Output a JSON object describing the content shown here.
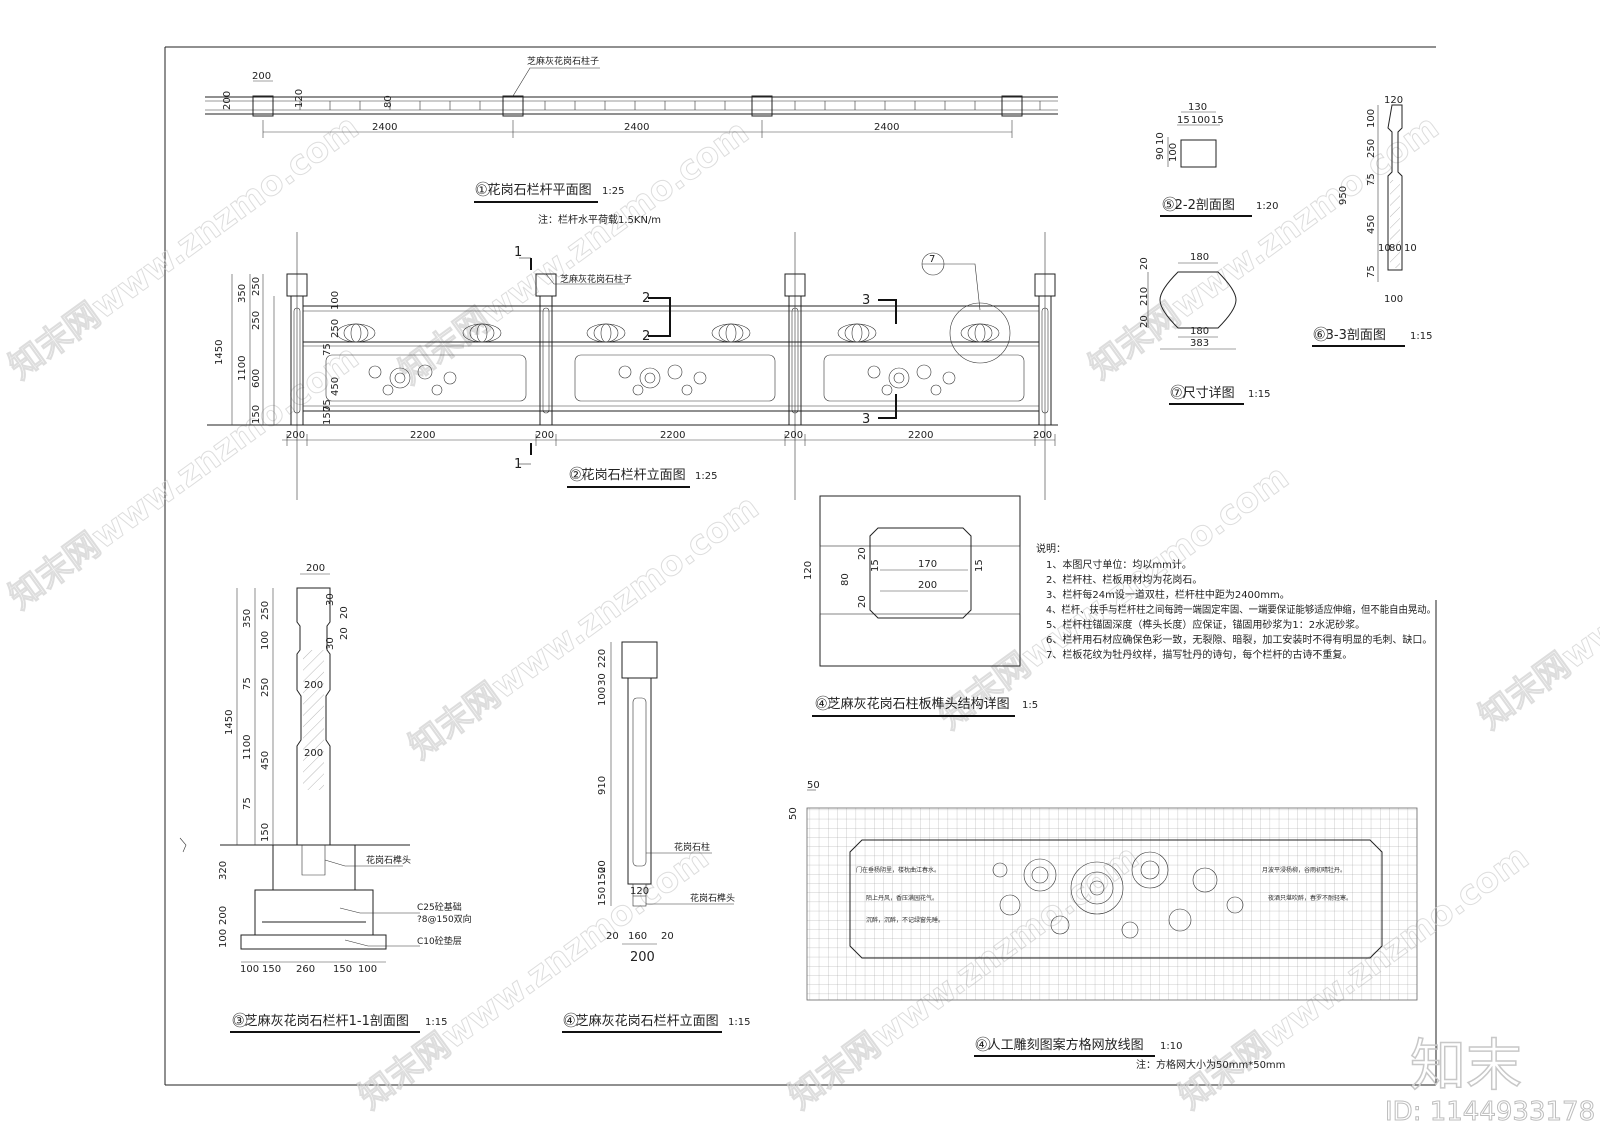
{
  "plan": {
    "column_label": "芝麻灰花岗石柱子",
    "dims_top": [
      "200"
    ],
    "dims_side": [
      "200",
      "120",
      "80"
    ],
    "spans": [
      "2400",
      "2400",
      "2400"
    ],
    "title": "①花岗石栏杆平面图",
    "scale": "1:25",
    "note": "注：栏杆水平荷载1.5KN/m"
  },
  "elevation": {
    "column_label": "芝麻灰花岗石柱子",
    "title": "②花岗石栏杆立面图",
    "scale": "1:25",
    "section_marks": [
      "1",
      "1",
      "2",
      "2",
      "3",
      "3"
    ],
    "detail_mark": "7",
    "left_dims": [
      "1450",
      "350",
      "250",
      "1100",
      "250",
      "600",
      "150",
      "100",
      "250",
      "75",
      "450",
      "75",
      "150"
    ],
    "bottom_dims": [
      "200",
      "2200",
      "200",
      "2200",
      "200",
      "2200",
      "200"
    ]
  },
  "sec22": {
    "dims": [
      "130",
      "15",
      "100",
      "15",
      "90",
      "10",
      "100"
    ],
    "title": "⑤2-2剖面图",
    "scale": "1:20"
  },
  "detail7": {
    "dims": [
      "180",
      "20",
      "210",
      "20",
      "180",
      "383"
    ],
    "title": "⑦尺寸详图",
    "scale": "1:15"
  },
  "sec33": {
    "dims": [
      "120",
      "100",
      "250",
      "75",
      "950",
      "450",
      "10",
      "80",
      "10",
      "75",
      "100"
    ],
    "title": "⑥3-3剖面图",
    "scale": "1:15"
  },
  "mortise": {
    "dims": [
      "120",
      "20",
      "80",
      "20",
      "15",
      "170",
      "15",
      "200"
    ],
    "title": "④芝麻灰花岗石柱板榫头结构详图",
    "scale": "1:5"
  },
  "notes": {
    "heading": "说明：",
    "items": [
      "1、本图尺寸单位：均以mm计。",
      "2、栏杆柱、栏板用材均为花岗石。",
      "3、栏杆每24m设一道双柱，栏杆柱中距为2400mm。",
      "4、栏杆、扶手与栏杆柱之间每跨一端固定牢固、一端要保证能够适应伸缩，但不能自由晃动。",
      "5、栏杆柱锚固深度（榫头长度）应保证，锚固用砂浆为1：2水泥砂浆。",
      "6、栏杆用石材应确保色彩一致，无裂隙、暗裂，加工安装时不得有明显的毛刺、缺口。",
      "7、栏板花纹为牡丹纹样，描写牡丹的诗句，每个栏杆的古诗不重复。"
    ]
  },
  "sec11": {
    "dims_top": [
      "200",
      "30",
      "20",
      "30",
      "20"
    ],
    "dims_left": [
      "1450",
      "350",
      "250",
      "100",
      "1100",
      "250",
      "75",
      "450",
      "75",
      "150",
      "320",
      "200",
      "100"
    ],
    "inner_dims": [
      "200",
      "200"
    ],
    "bottom_dims": [
      "100",
      "150",
      "260",
      "150",
      "100"
    ],
    "labels": [
      "花岗石榫头",
      "C25砼基础",
      "?8@150双向",
      "C10砼垫层"
    ],
    "title": "③芝麻灰花岗石栏杆1-1剖面图",
    "scale": "1:15"
  },
  "post_elev": {
    "dims_left": [
      "220",
      "30",
      "100",
      "910",
      "20",
      "150",
      "150"
    ],
    "inner_dim": "120",
    "bottom_dims": [
      "20",
      "160",
      "20",
      "200"
    ],
    "labels": [
      "花岗石柱",
      "花岗石榫头"
    ],
    "title": "④芝麻灰花岗石栏杆立面图",
    "scale": "1:15"
  },
  "grid": {
    "dims": [
      "50",
      "50"
    ],
    "poem_left": [
      "门在垂杨阴里，楼枕曲江春水。",
      "陌上丹风，香压满园花气。",
      "沉醉，沉醉，不记绿窗先睡。"
    ],
    "poem_right": [
      "月波平浸杨柳，谷雨初晴牡丹。",
      "夜酒只堪吹醉，春罗不耐轻寒。"
    ],
    "title": "④人工雕刻图案方格网放线图",
    "scale": "1:10",
    "note": "注：方格网大小为50mm*50mm"
  },
  "watermark": {
    "text": "知末网www.znzmo.com",
    "logo": "知末",
    "id": "ID: 1144933178"
  }
}
